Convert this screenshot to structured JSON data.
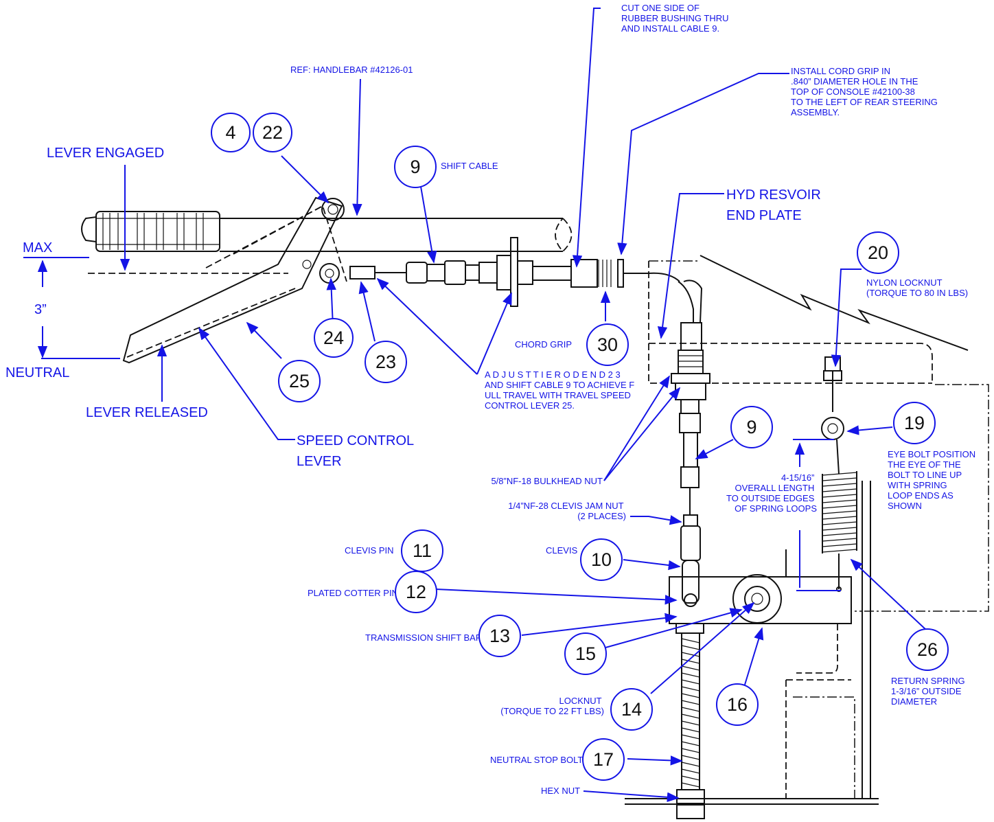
{
  "labels": {
    "cut_bushing": [
      "CUT ONE SIDE OF",
      "RUBBER BUSHING THRU",
      "AND INSTALL CABLE 9."
    ],
    "ref_handlebar": "REF: HANDLEBAR #42126-01",
    "cord_grip": [
      "INSTALL CORD GRIP IN",
      ".840” DIAMETER HOLE IN THE",
      "TOP OF CONSOLE #42100-38",
      "TO THE LEFT OF REAR STEERING",
      "ASSEMBLY."
    ],
    "lever_engaged": "LEVER ENGAGED",
    "shift_cable": "SHIFT CABLE",
    "hyd_resvoir": [
      "HYD RESVOIR",
      "END PLATE"
    ],
    "max": "MAX",
    "three_inch": "3”",
    "neutral": "NEUTRAL",
    "lever_released": "LEVER RELEASED",
    "speed_control_lever": [
      "SPEED CONTROL",
      "LEVER"
    ],
    "chord_grip": "CHORD GRIP",
    "adjust_tie_rod": [
      "A D J U S T  T I E  R O D  E N D  2 3",
      "AND SHIFT CABLE 9 TO ACHIEVE F",
      "ULL TRAVEL WITH TRAVEL SPEED",
      "CONTROL LEVER 25."
    ],
    "nylon_locknut": [
      "NYLON LOCKNUT",
      "(TORQUE TO 80 IN LBS)"
    ],
    "eye_bolt": [
      "EYE BOLT POSITION",
      "THE EYE OF THE",
      "BOLT TO LINE UP",
      "WITH SPRING",
      "LOOP ENDS AS",
      "SHOWN"
    ],
    "bulkhead_nut": "5/8”NF-18 BULKHEAD NUT",
    "overall_length": [
      "4-15/16”",
      "OVERALL LENGTH",
      "TO OUTSIDE EDGES",
      "OF SPRING LOOPS"
    ],
    "clevis_jam_nut": [
      "1/4”NF-28 CLEVIS JAM NUT",
      "(2 PLACES)"
    ],
    "clevis_pin": "CLEVIS PIN",
    "clevis": "CLEVIS",
    "cotter_pin": "PLATED COTTER PIN",
    "shift_bar": "TRANSMISSION SHIFT BAR",
    "locknut": [
      "LOCKNUT",
      "(TORQUE TO 22 FT LBS)"
    ],
    "return_spring": [
      "RETURN SPRING",
      "1-3/16” OUTSIDE",
      "DIAMETER"
    ],
    "neutral_stop_bolt": "NEUTRAL STOP BOLT",
    "hex_nut": "HEX NUT"
  },
  "callouts": {
    "b4": "4",
    "b22": "22",
    "b9a": "9",
    "b24": "24",
    "b23": "23",
    "b25": "25",
    "b30": "30",
    "b20": "20",
    "b9b": "9",
    "b19": "19",
    "b11": "11",
    "b10": "10",
    "b12": "12",
    "b13": "13",
    "b15": "15",
    "b26": "26",
    "b14": "14",
    "b16": "16",
    "b17": "17"
  },
  "colors": {
    "callout": "#1414e6",
    "drawing": "#111111"
  }
}
